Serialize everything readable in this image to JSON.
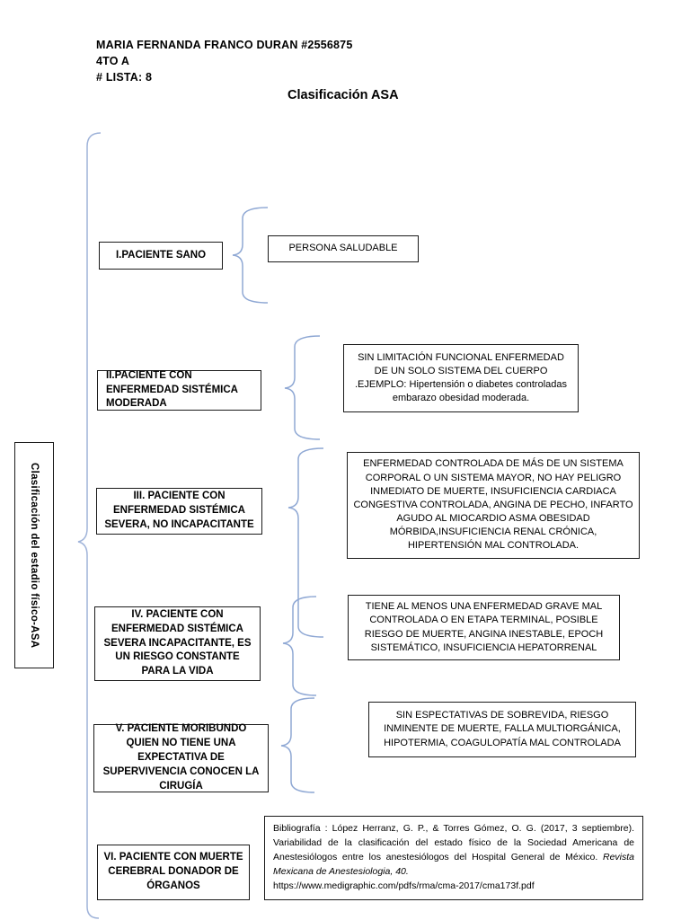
{
  "header": {
    "student_name": "MARIA FERNANDA FRANCO DURAN #2556875",
    "grade": "4TO A",
    "list_number": "# LISTA: 8",
    "title": "Clasificación ASA"
  },
  "root_label": "Clasificación del estadio físico-ASA",
  "accent_color": "#8fa8d4",
  "border_color": "#1a1a1a",
  "rows": [
    {
      "category": "I.PACIENTE SANO",
      "description": "PERSONA SALUDABLE"
    },
    {
      "category": "II.PACIENTE CON ENFERMEDAD SISTÉMICA MODERADA",
      "description": "SIN LIMITACIÓN FUNCIONAL ENFERMEDAD DE UN SOLO SISTEMA DEL CUERPO .EJEMPLO: Hipertensión o diabetes controladas embarazo obesidad moderada."
    },
    {
      "category": "III. PACIENTE CON ENFERMEDAD SISTÉMICA SEVERA, NO INCAPACITANTE",
      "description": "ENFERMEDAD CONTROLADA DE MÁS DE UN SISTEMA CORPORAL O UN SISTEMA MAYOR, NO HAY PELIGRO INMEDIATO DE MUERTE, INSUFICIENCIA CARDIACA CONGESTIVA CONTROLADA, ANGINA DE PECHO, INFARTO AGUDO AL MIOCARDIO ASMA OBESIDAD MÓRBIDA,INSUFICIENCIA RENAL CRÓNICA, HIPERTENSIÓN MAL CONTROLADA."
    },
    {
      "category": "IV. PACIENTE CON ENFERMEDAD SISTÉMICA SEVERA INCAPACITANTE, ES UN RIESGO CONSTANTE PARA LA VIDA",
      "description": "TIENE AL MENOS UNA ENFERMEDAD GRAVE MAL CONTROLADA O EN ETAPA TERMINAL, POSIBLE RIESGO DE MUERTE, ANGINA INESTABLE, EPOCH SISTEMÁTICO, INSUFICIENCIA HEPATORRENAL"
    },
    {
      "category": "V. PACIENTE MORIBUNDO QUIEN NO TIENE UNA EXPECTATIVA DE SUPERVIVENCIA CONOCEN LA CIRUGÍA",
      "description": "SIN ESPECTATIVAS DE SOBREVIDA, RIESGO INMINENTE DE MUERTE, FALLA MULTIORGÁNICA, HIPOTERMIA, COAGULOPATÍA MAL CONTROLADA"
    },
    {
      "category": "VI. PACIENTE CON MUERTE CEREBRAL DONADOR DE ÓRGANOS",
      "description": ""
    }
  ],
  "bibliography": {
    "part1": "Bibliografía : López Herranz, G. P., & Torres Gómez, O. G. (2017, 3 septiembre). Variabilidad de la clasificación del estado físico de la Sociedad Americana de Anestesiólogos entre los anestesiólogos del Hospital General de México.",
    "journal": "Revista Mexicana de Anestesiologia, 40.",
    "url": "https://www.medigraphic.com/pdfs/rma/cma-2017/cma173f.pdf"
  }
}
